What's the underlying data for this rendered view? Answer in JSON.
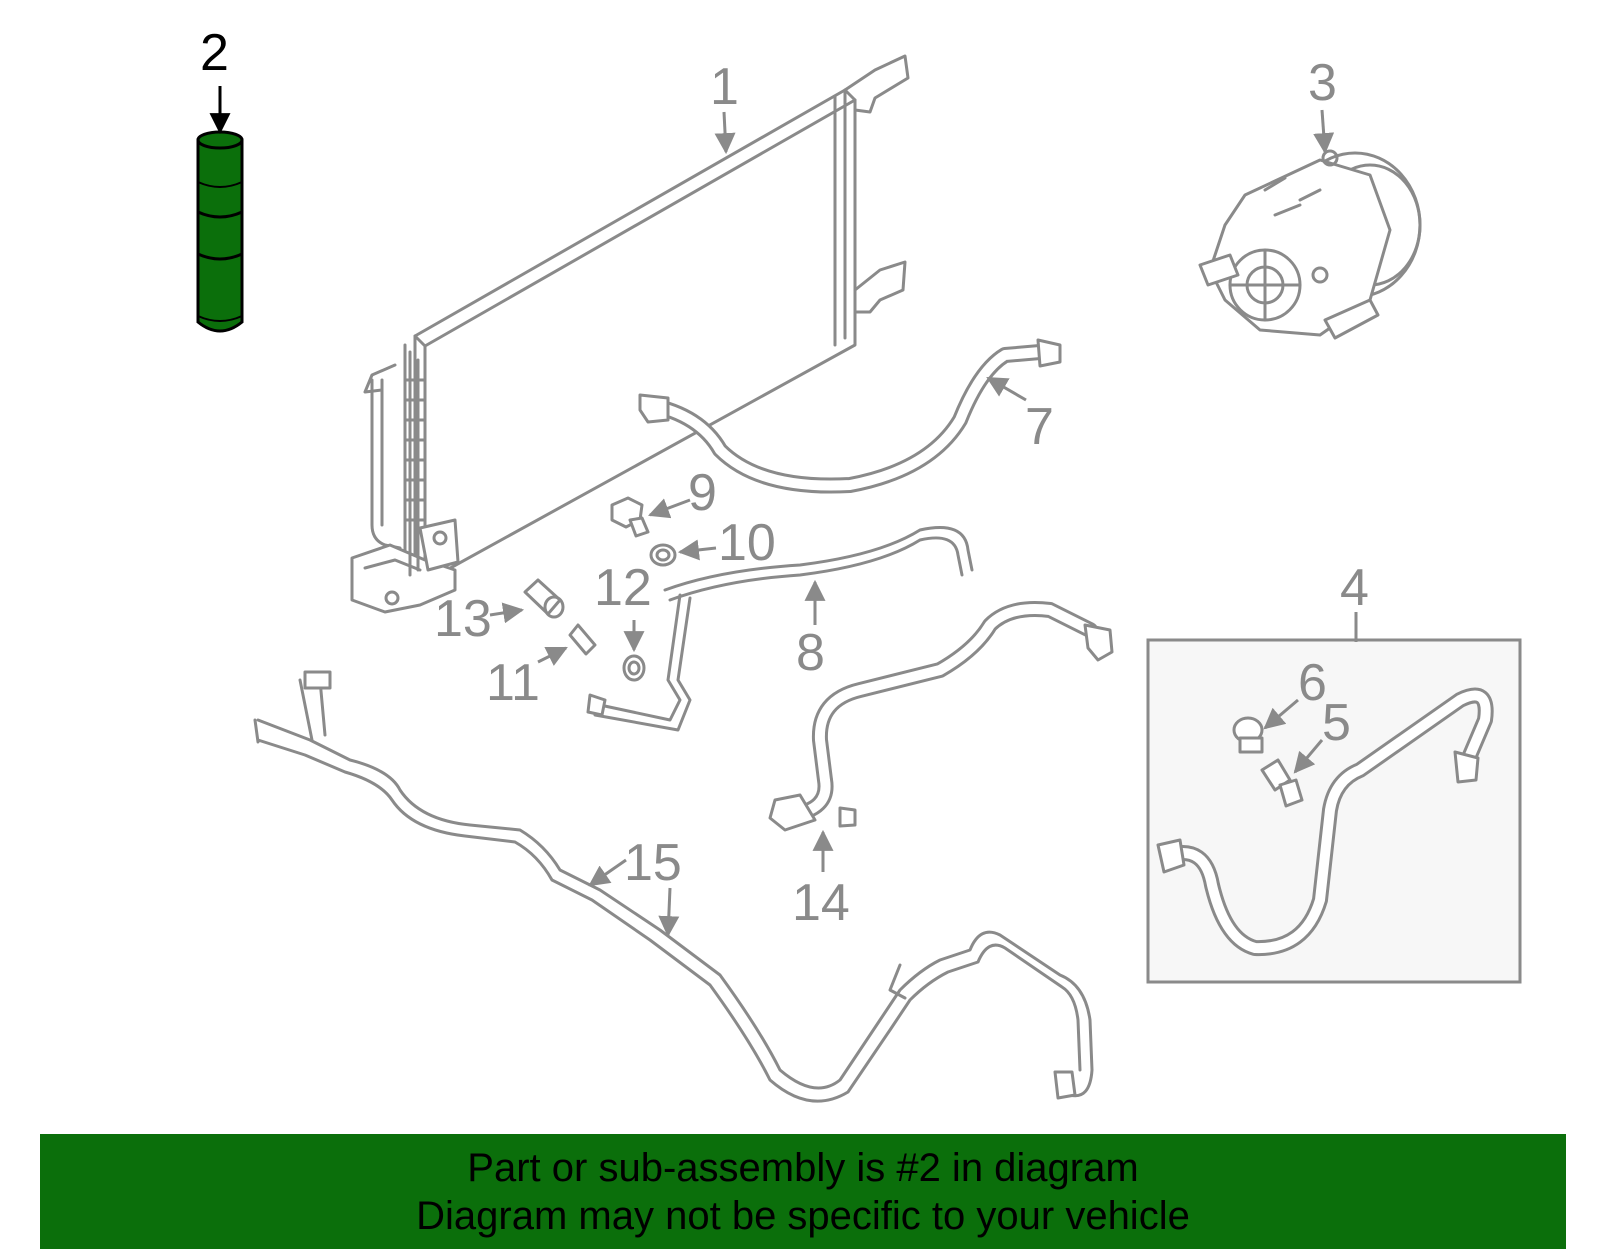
{
  "diagram": {
    "highlight_color": "#0b6f0b",
    "line_color": "#8a8a8a",
    "callouts": {
      "c1": "1",
      "c2": "2",
      "c3": "3",
      "c4": "4",
      "c5": "5",
      "c6": "6",
      "c7": "7",
      "c8": "8",
      "c9": "9",
      "c10": "10",
      "c11": "11",
      "c12": "12",
      "c13": "13",
      "c14": "14",
      "c15": "15"
    }
  },
  "footer": {
    "line1": "Part or sub-assembly is #2 in diagram",
    "line2": "Diagram may not be specific to your vehicle",
    "background": "#0b6f0b"
  }
}
